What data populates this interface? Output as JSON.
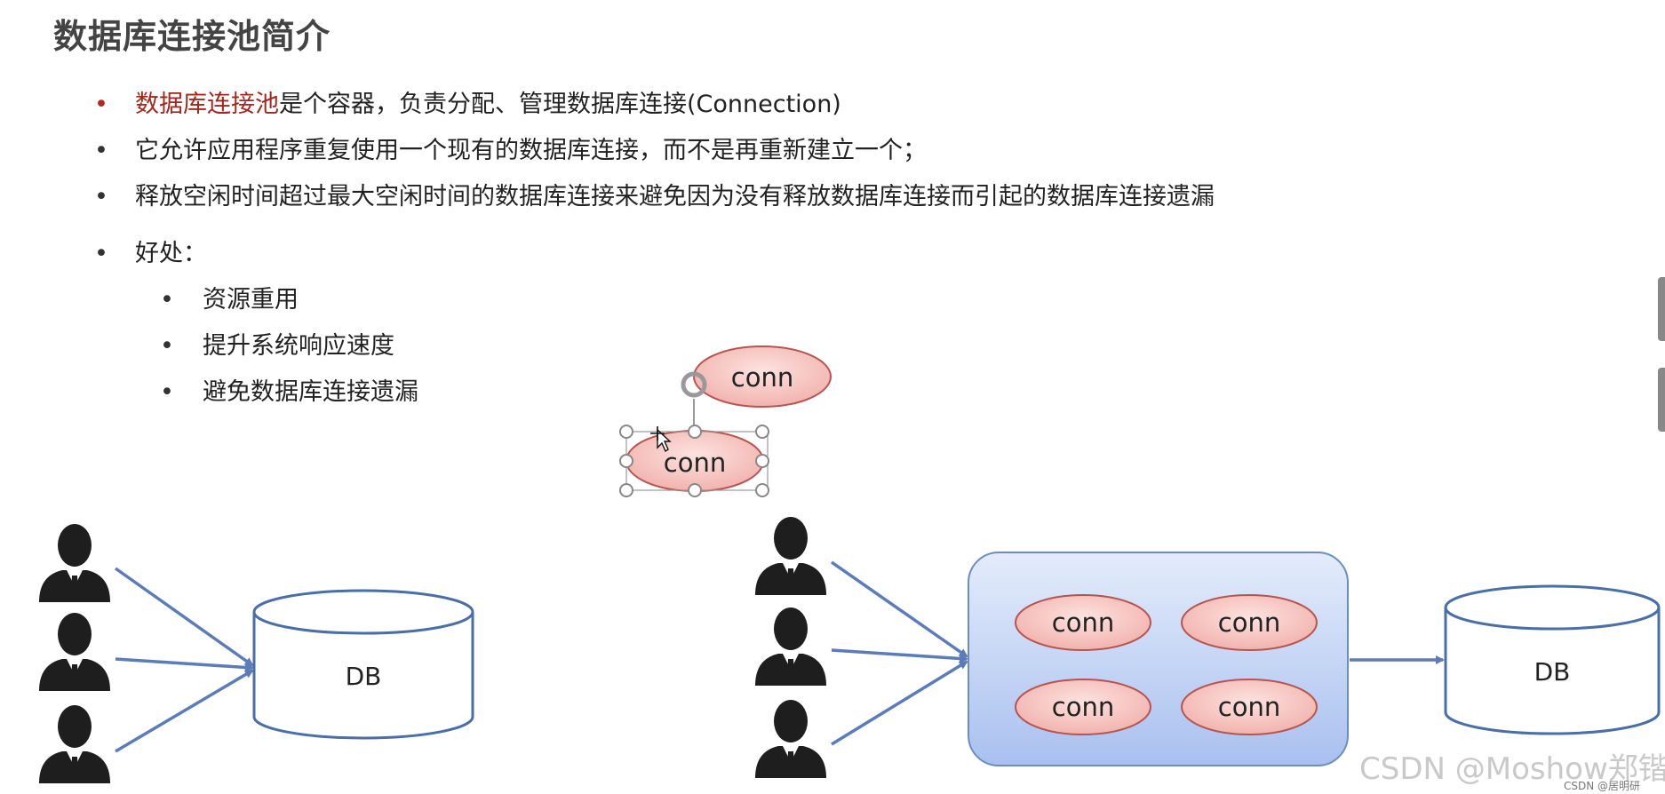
{
  "title": "数据库连接池简介",
  "bullets": [
    {
      "highlight": "数据库连接池",
      "text": "是个容器，负责分配、管理数据库连接(Connection)"
    },
    {
      "text": "它允许应用程序重复使用一个现有的数据库连接，而不是再重新建立一个；"
    },
    {
      "text": "释放空闲时间超过最大空闲时间的数据库连接来避免因为没有释放数据库连接而引起的数据库连接遗漏"
    },
    {
      "text": "好处："
    }
  ],
  "sub_bullets": [
    "资源重用",
    "提升系统响应速度",
    "避免数据库连接遗漏"
  ],
  "bullet_char": "•",
  "labels": {
    "conn": "conn",
    "db": "DB"
  },
  "watermark": "CSDN @Moshow郑锴",
  "watermark_small": "CSDN @居明研",
  "colors": {
    "highlight": "#a5251b",
    "ellipse_fill": "#f6c6c3",
    "ellipse_stroke": "#b85450",
    "pool_fill": "#c6d5f5",
    "pool_stroke": "#6c8ebf",
    "arrow": "#5b7cb8",
    "db_stroke": "#4a6ea8"
  }
}
